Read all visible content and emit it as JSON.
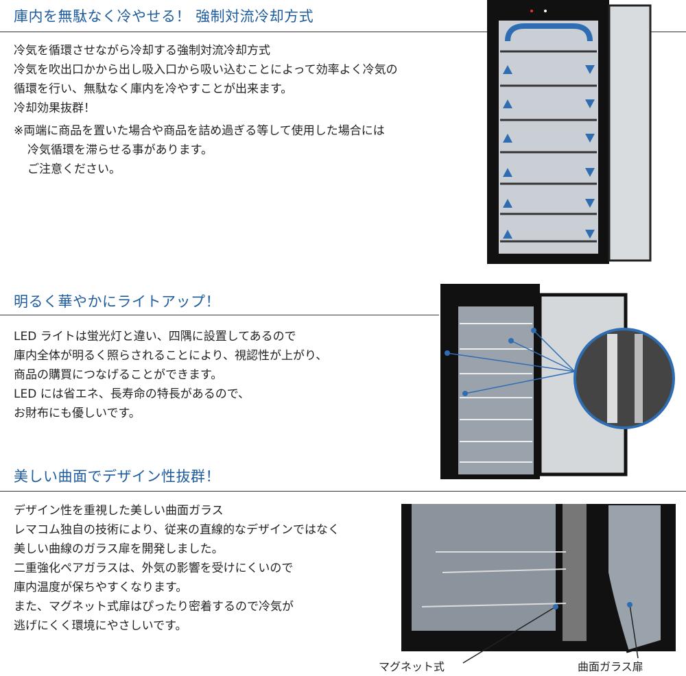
{
  "sections": [
    {
      "heading": "庫内を無駄なく冷やせる！ 強制対流冷却方式",
      "lines": [
        "冷気を循環させながら冷却する強制対流冷却方式",
        "冷気を吹出口かから出し吸入口から吸い込むことによって効率よく冷気の",
        "循環を行い、無駄なく庫内を冷やすことが出来ます。",
        "冷却効果抜群！"
      ],
      "note": [
        "※両端に商品を置いた場合や商品を詰め過ぎる等して使用した場合には",
        "冷気循環を滞らせる事があります。",
        "ご注意ください。"
      ]
    },
    {
      "heading": "明るく華やかにライトアップ！",
      "lines": [
        "LED ライトは蛍光灯と違い、四隅に設置してあるので",
        "庫内全体が明るく照らされることにより、視認性が上がり、",
        "商品の購買につなげることができます。",
        "LED には省エネ、長寿命の特長があるので、",
        "お財布にも優しいです。"
      ]
    },
    {
      "heading": "美しい曲面でデザイン性抜群！",
      "lines": [
        "デザイン性を重視した美しい曲面ガラス",
        "レマコム独自の技術により、従来の直線的なデザインではなく",
        "美しい曲線のガラス扉を開発しました。",
        "二重強化ペアガラスは、外気の影響を受けにくいので",
        "庫内温度が保ちやすくなります。",
        "また、マグネット式扉はぴったり密着するので冷気が",
        "逃げにくく環境にやさしいです。"
      ],
      "captions": [
        "マグネット式",
        "曲面ガラス扉"
      ]
    }
  ],
  "colors": {
    "heading": "#1d5b9c",
    "arrow": "#2f6db3"
  }
}
